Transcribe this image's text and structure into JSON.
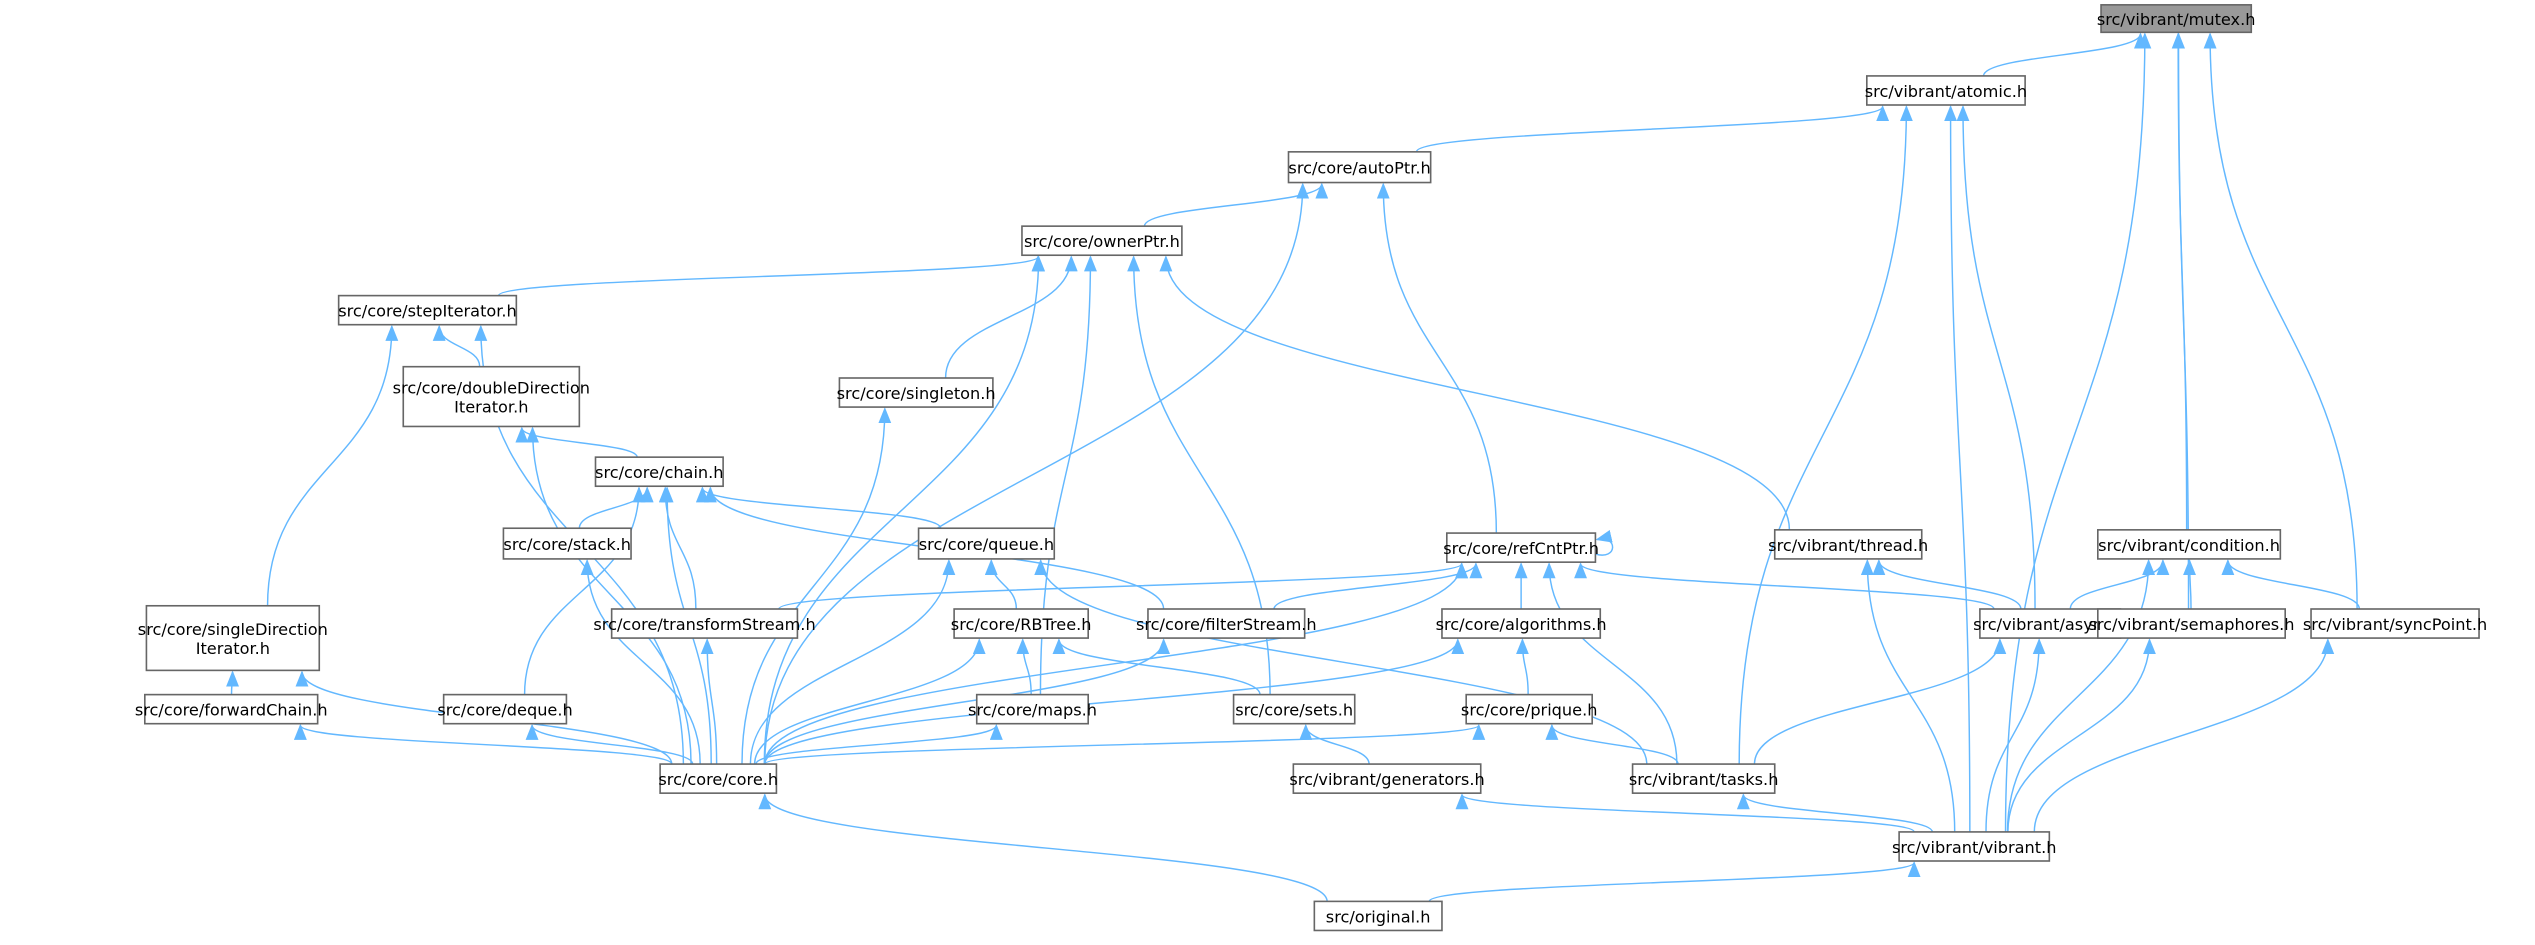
{
  "graph": {
    "type": "include-dependency-graph",
    "colors": {
      "edge": "#63b8ff",
      "root_fill": "#999999",
      "node_border": "#666666"
    },
    "nodes": [
      {
        "id": "mutex",
        "label": [
          "src/vibrant/mutex.h"
        ],
        "root": true
      },
      {
        "id": "atomic",
        "label": [
          "src/vibrant/atomic.h"
        ]
      },
      {
        "id": "autoPtr",
        "label": [
          "src/core/autoPtr.h"
        ]
      },
      {
        "id": "ownerPtr",
        "label": [
          "src/core/ownerPtr.h"
        ]
      },
      {
        "id": "stepIterator",
        "label": [
          "src/core/stepIterator.h"
        ]
      },
      {
        "id": "doubleDirection",
        "label": [
          "src/core/doubleDirection",
          "Iterator.h"
        ]
      },
      {
        "id": "singleton",
        "label": [
          "src/core/singleton.h"
        ]
      },
      {
        "id": "chain",
        "label": [
          "src/core/chain.h"
        ]
      },
      {
        "id": "stack",
        "label": [
          "src/core/stack.h"
        ]
      },
      {
        "id": "queue",
        "label": [
          "src/core/queue.h"
        ]
      },
      {
        "id": "refCntPtr",
        "label": [
          "src/core/refCntPtr.h"
        ]
      },
      {
        "id": "thread",
        "label": [
          "src/vibrant/thread.h"
        ]
      },
      {
        "id": "condition",
        "label": [
          "src/vibrant/condition.h"
        ]
      },
      {
        "id": "singleDirection",
        "label": [
          "src/core/singleDirection",
          "Iterator.h"
        ]
      },
      {
        "id": "transformStream",
        "label": [
          "src/core/transformStream.h"
        ]
      },
      {
        "id": "RBTree",
        "label": [
          "src/core/RBTree.h"
        ]
      },
      {
        "id": "filterStream",
        "label": [
          "src/core/filterStream.h"
        ]
      },
      {
        "id": "algorithms",
        "label": [
          "src/core/algorithms.h"
        ]
      },
      {
        "id": "async",
        "label": [
          "src/vibrant/async.h"
        ]
      },
      {
        "id": "semaphores",
        "label": [
          "src/vibrant/semaphores.h"
        ]
      },
      {
        "id": "syncPoint",
        "label": [
          "src/vibrant/syncPoint.h"
        ]
      },
      {
        "id": "forwardChain",
        "label": [
          "src/core/forwardChain.h"
        ]
      },
      {
        "id": "deque",
        "label": [
          "src/core/deque.h"
        ]
      },
      {
        "id": "maps",
        "label": [
          "src/core/maps.h"
        ]
      },
      {
        "id": "sets",
        "label": [
          "src/core/sets.h"
        ]
      },
      {
        "id": "prique",
        "label": [
          "src/core/prique.h"
        ]
      },
      {
        "id": "core",
        "label": [
          "src/core/core.h"
        ]
      },
      {
        "id": "generators",
        "label": [
          "src/vibrant/generators.h"
        ]
      },
      {
        "id": "tasks",
        "label": [
          "src/vibrant/tasks.h"
        ]
      },
      {
        "id": "vibrant",
        "label": [
          "src/vibrant/vibrant.h"
        ]
      },
      {
        "id": "original",
        "label": [
          "src/original.h"
        ]
      }
    ],
    "edges": [
      [
        "mutex",
        "atomic"
      ],
      [
        "mutex",
        "vibrant"
      ],
      [
        "mutex",
        "condition"
      ],
      [
        "mutex",
        "semaphores"
      ],
      [
        "mutex",
        "syncPoint"
      ],
      [
        "atomic",
        "autoPtr"
      ],
      [
        "atomic",
        "tasks"
      ],
      [
        "atomic",
        "async"
      ],
      [
        "atomic",
        "vibrant"
      ],
      [
        "autoPtr",
        "ownerPtr"
      ],
      [
        "autoPtr",
        "core"
      ],
      [
        "autoPtr",
        "refCntPtr"
      ],
      [
        "ownerPtr",
        "stepIterator"
      ],
      [
        "ownerPtr",
        "core"
      ],
      [
        "ownerPtr",
        "singleton"
      ],
      [
        "ownerPtr",
        "maps"
      ],
      [
        "ownerPtr",
        "sets"
      ],
      [
        "ownerPtr",
        "thread"
      ],
      [
        "stepIterator",
        "doubleDirection"
      ],
      [
        "stepIterator",
        "singleDirection"
      ],
      [
        "stepIterator",
        "core"
      ],
      [
        "doubleDirection",
        "chain"
      ],
      [
        "doubleDirection",
        "core"
      ],
      [
        "singleton",
        "core"
      ],
      [
        "chain",
        "stack"
      ],
      [
        "chain",
        "queue"
      ],
      [
        "chain",
        "deque"
      ],
      [
        "chain",
        "core"
      ],
      [
        "chain",
        "transformStream"
      ],
      [
        "chain",
        "filterStream"
      ],
      [
        "stack",
        "core"
      ],
      [
        "queue",
        "RBTree"
      ],
      [
        "queue",
        "core"
      ],
      [
        "queue",
        "tasks"
      ],
      [
        "refCntPtr",
        "refCntPtr"
      ],
      [
        "refCntPtr",
        "transformStream"
      ],
      [
        "refCntPtr",
        "filterStream"
      ],
      [
        "refCntPtr",
        "algorithms"
      ],
      [
        "refCntPtr",
        "core"
      ],
      [
        "refCntPtr",
        "async"
      ],
      [
        "refCntPtr",
        "tasks"
      ],
      [
        "thread",
        "async"
      ],
      [
        "thread",
        "vibrant"
      ],
      [
        "condition",
        "async"
      ],
      [
        "condition",
        "semaphores"
      ],
      [
        "condition",
        "syncPoint"
      ],
      [
        "condition",
        "vibrant"
      ],
      [
        "singleDirection",
        "forwardChain"
      ],
      [
        "singleDirection",
        "core"
      ],
      [
        "transformStream",
        "core"
      ],
      [
        "filterStream",
        "core"
      ],
      [
        "algorithms",
        "prique"
      ],
      [
        "algorithms",
        "core"
      ],
      [
        "RBTree",
        "maps"
      ],
      [
        "RBTree",
        "sets"
      ],
      [
        "RBTree",
        "core"
      ],
      [
        "async",
        "tasks"
      ],
      [
        "async",
        "vibrant"
      ],
      [
        "semaphores",
        "vibrant"
      ],
      [
        "syncPoint",
        "vibrant"
      ],
      [
        "forwardChain",
        "core"
      ],
      [
        "deque",
        "core"
      ],
      [
        "maps",
        "core"
      ],
      [
        "sets",
        "generators"
      ],
      [
        "prique",
        "core"
      ],
      [
        "prique",
        "tasks"
      ],
      [
        "core",
        "original"
      ],
      [
        "generators",
        "vibrant"
      ],
      [
        "tasks",
        "vibrant"
      ],
      [
        "vibrant",
        "original"
      ]
    ]
  }
}
